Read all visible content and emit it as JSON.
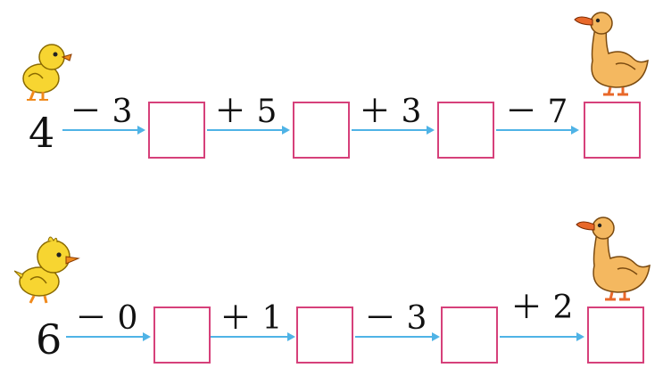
{
  "rows": [
    {
      "start": "4",
      "steps": [
        {
          "op": "－ 3",
          "answer": ""
        },
        {
          "op": "＋ 5",
          "answer": ""
        },
        {
          "op": "＋ 3",
          "answer": ""
        },
        {
          "op": "－ 7",
          "answer": ""
        }
      ]
    },
    {
      "start": "6",
      "steps": [
        {
          "op": "－ 0",
          "answer": ""
        },
        {
          "op": "＋ 1",
          "answer": ""
        },
        {
          "op": "－ 3",
          "answer": ""
        },
        {
          "op": "＋ 2",
          "answer": ""
        }
      ]
    }
  ],
  "colors": {
    "arrow": "#4fb3e6",
    "box_border": "#d6407a",
    "chick_body": "#f7d531",
    "chick_beak": "#f08a1c",
    "duck_body": "#f4b860",
    "duck_beak": "#e8682a"
  },
  "icons": [
    "chick-icon",
    "duck-icon",
    "arrow-right-icon"
  ]
}
